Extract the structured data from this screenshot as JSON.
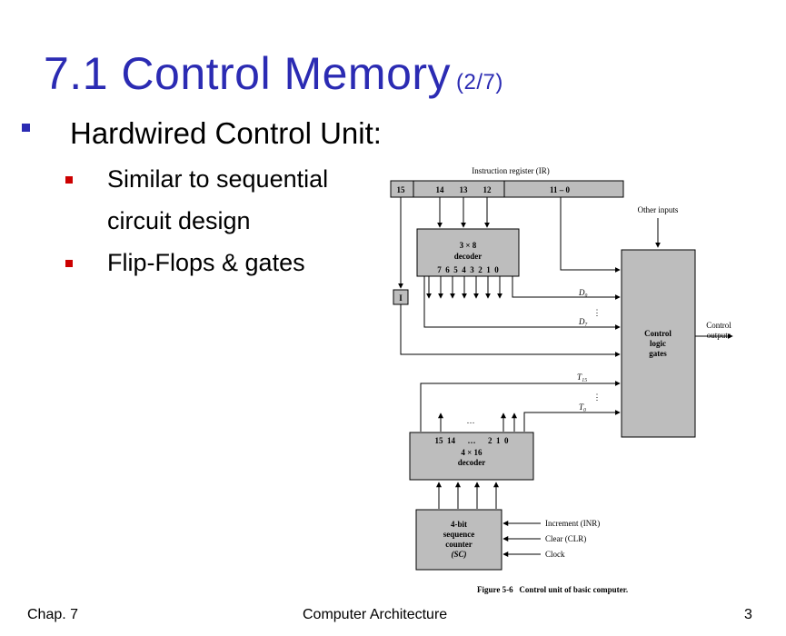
{
  "slide": {
    "title": "7.1 Control Memory",
    "title_sub": "(2/7)",
    "bullet_l1": "Hardwired Control Unit:",
    "bullets_l2": [
      "Similar to sequential",
      "circuit design",
      "Flip-Flops & gates"
    ]
  },
  "figure": {
    "ir_title": "Instruction register (IR)",
    "ir_fields": [
      "15",
      "14",
      "13",
      "12",
      "11 – 0"
    ],
    "decoder_title_1": "3 × 8",
    "decoder_title_2": "decoder",
    "decoder_outputs": "7  6  5  4  3  2  1  0",
    "i_label": "I",
    "d0": "D₀",
    "d7": "D₇",
    "t15": "T₁₅",
    "t0": "T₀",
    "other_inputs": "Other inputs",
    "control_gates": [
      "Control",
      "logic",
      "gates"
    ],
    "control_outputs": [
      "Control",
      "outputs"
    ],
    "decoder16_top": "15  14      …      2  1  0",
    "decoder16_title_1": "4 × 16",
    "decoder16_title_2": "decoder",
    "ellipsis": "…",
    "sc": [
      "4-bit",
      "sequence",
      "counter",
      "(SC)"
    ],
    "inputs": [
      "Increment (INR)",
      "Clear (CLR)",
      "Clock"
    ],
    "caption": "Figure 5-6   Control unit of basic computer."
  },
  "footer": {
    "left": "Chap.  7",
    "center": "Computer  Architecture",
    "right": "3"
  }
}
